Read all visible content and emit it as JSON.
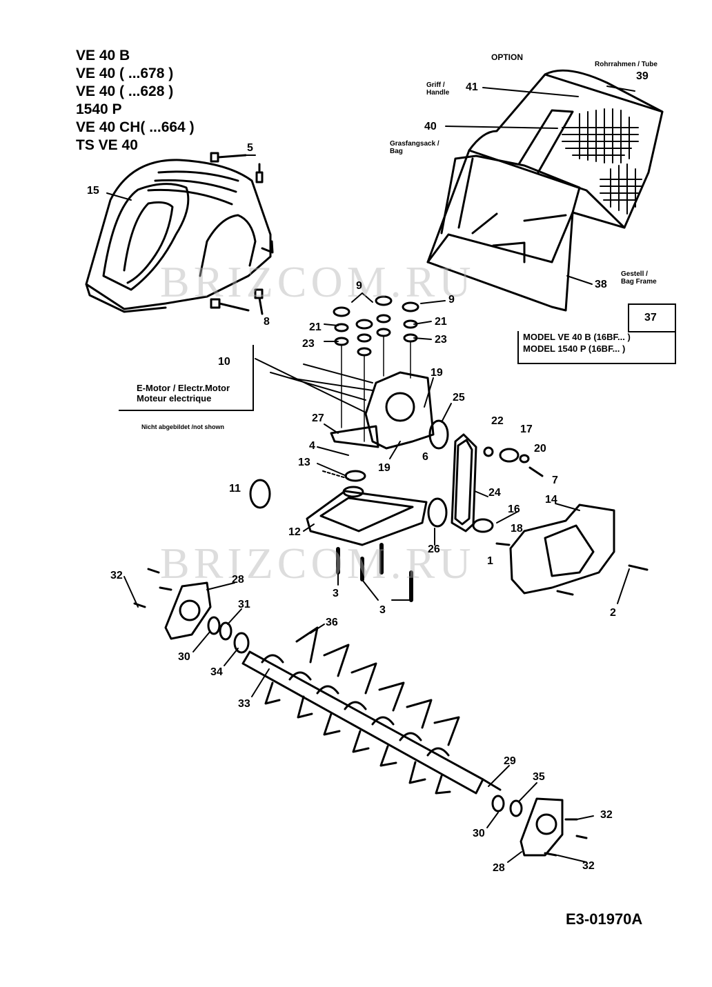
{
  "models": [
    "VE 40 B",
    "VE 40 ( ...678 )",
    "VE 40 ( ...628 )",
    "1540 P",
    "VE 40 CH( ...664 )",
    "TS VE 40"
  ],
  "option_label": "OPTION",
  "bag_labels": {
    "tube": "Rohrrahmen / Tube",
    "handle": [
      "Griff /",
      "Handle"
    ],
    "bag": [
      "Grasfangsack /",
      "Bag"
    ],
    "frame": [
      "Gestell /",
      "Bag Frame"
    ]
  },
  "box37": "37",
  "model_box": [
    "MODEL  VE 40 B (16BF... )",
    "MODEL 1540 P (16BF... )"
  ],
  "motor_part_no": "10",
  "motor_label": [
    "E-Motor / Electr.Motor",
    "Moteur electrique"
  ],
  "not_shown": "Nicht abgebildet /not shown",
  "doc_code": "E3-01970A",
  "watermark": "BRIZCOM.RU",
  "part_numbers": [
    {
      "n": "5"
    },
    {
      "n": "15"
    },
    {
      "n": "8"
    },
    {
      "n": "41"
    },
    {
      "n": "40"
    },
    {
      "n": "39"
    },
    {
      "n": "38"
    },
    {
      "n": "9"
    },
    {
      "n": "9"
    },
    {
      "n": "21"
    },
    {
      "n": "21"
    },
    {
      "n": "23"
    },
    {
      "n": "23"
    },
    {
      "n": "19"
    },
    {
      "n": "25"
    },
    {
      "n": "27"
    },
    {
      "n": "4"
    },
    {
      "n": "19"
    },
    {
      "n": "6"
    },
    {
      "n": "22"
    },
    {
      "n": "17"
    },
    {
      "n": "20"
    },
    {
      "n": "7"
    },
    {
      "n": "13"
    },
    {
      "n": "11"
    },
    {
      "n": "24"
    },
    {
      "n": "14"
    },
    {
      "n": "16"
    },
    {
      "n": "18"
    },
    {
      "n": "12"
    },
    {
      "n": "26"
    },
    {
      "n": "1"
    },
    {
      "n": "32"
    },
    {
      "n": "28"
    },
    {
      "n": "31"
    },
    {
      "n": "3"
    },
    {
      "n": "3"
    },
    {
      "n": "2"
    },
    {
      "n": "36"
    },
    {
      "n": "30"
    },
    {
      "n": "34"
    },
    {
      "n": "33"
    },
    {
      "n": "29"
    },
    {
      "n": "35"
    },
    {
      "n": "32"
    },
    {
      "n": "30"
    },
    {
      "n": "28"
    },
    {
      "n": "32"
    }
  ]
}
